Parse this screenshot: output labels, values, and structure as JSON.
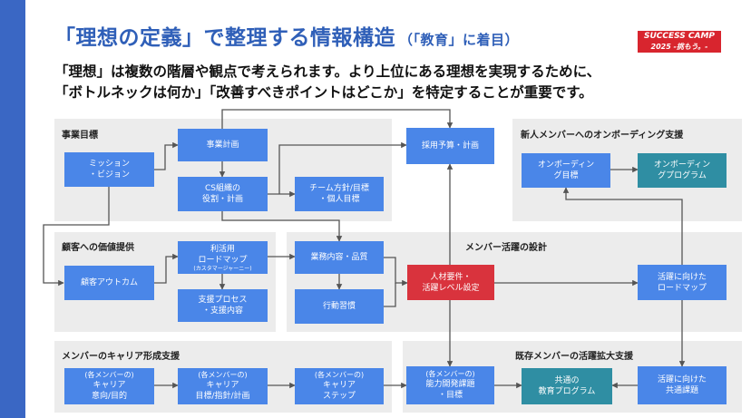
{
  "title": {
    "main": "「理想の定義」で整理する情報構造",
    "sub": "（「教育」に着目）"
  },
  "logo": {
    "line1": "SUCCESS CAMP",
    "line2": "2025 -挑もう。-"
  },
  "subtitle": {
    "line1": "「理想」は複数の階層や観点で考えられます。より上位にある理想を実現するために、",
    "line2": "「ボトルネックは何か」「改善すべきポイントはどこか」を特定することが重要です。"
  },
  "panels": {
    "business_goals": "事業目標",
    "onboarding_support": "新人メンバーへのオンボーディング支援",
    "customer_value": "顧客への価値提供",
    "member_activity_design": "メンバー活躍の設計",
    "career_support": "メンバーのキャリア形成支援",
    "existing_member_support": "既存メンバーの活躍拡大支援"
  },
  "boxes": {
    "mission_vision": "ミッション\n・ビジョン",
    "business_plan": "事業計画",
    "cs_org_role": "CS組織の\n役割・計画",
    "team_policy": "チーム方針/目標\n・個人目標",
    "hiring_budget": "採用予算・計画",
    "onboarding_goal": "オンボーディン\nグ目標",
    "onboarding_program": "オンボーディン\nグプログラム",
    "customer_outcome": "顧客アウトカム",
    "usage_roadmap": "利活用\nロードマップ",
    "usage_roadmap_note": "(カスタマージャーニー)",
    "support_process": "支援プロセス\n・支援内容",
    "work_quality": "業務内容・品質",
    "behavior_habits": "行動習慣",
    "talent_requirements": "人材要件・\n活躍レベル設定",
    "activity_roadmap": "活躍に向けた\nロードマップ",
    "career_intent_note": "(各メンバーの)",
    "career_intent": "キャリア\n意向/目的",
    "career_goal_note": "(各メンバーの)",
    "career_goal": "キャリア\n目標/指針/計画",
    "career_step_note": "(各メンバーの)",
    "career_step": "キャリア\nステップ",
    "skill_dev_note": "(各メンバーの)",
    "skill_dev": "能力開発課題\n・目標",
    "common_program": "共通の\n教育プログラム",
    "common_issues": "活躍に向けた\n共通課題"
  },
  "colors": {
    "brand_blue": "#2f5fb8",
    "box_blue": "#4a86e8",
    "box_teal": "#2f8ea3",
    "box_red": "#d9333d",
    "logo_red": "#d8252e",
    "panel_gray": "#ececec",
    "left_bar": "#3a67c4"
  }
}
